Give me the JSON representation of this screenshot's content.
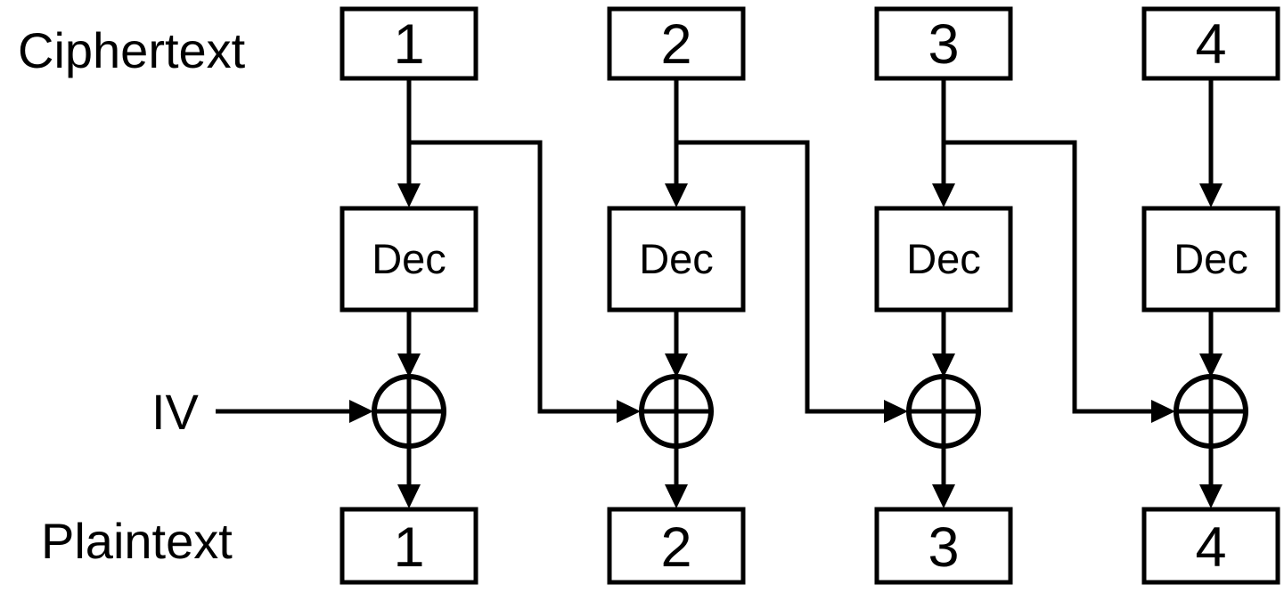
{
  "diagram": {
    "type": "cbc-mode-decryption-block-diagram",
    "top_row_label": "Ciphertext",
    "bottom_row_label": "Plaintext",
    "iv_label": "IV",
    "dec_label": "Dec",
    "columns": [
      {
        "ciphertext_block": "1",
        "plaintext_block": "1"
      },
      {
        "ciphertext_block": "2",
        "plaintext_block": "2"
      },
      {
        "ciphertext_block": "3",
        "plaintext_block": "3"
      },
      {
        "ciphertext_block": "4",
        "plaintext_block": "4"
      }
    ],
    "colors": {
      "stroke": "#000000",
      "text": "#000000",
      "background": "#ffffff"
    }
  }
}
